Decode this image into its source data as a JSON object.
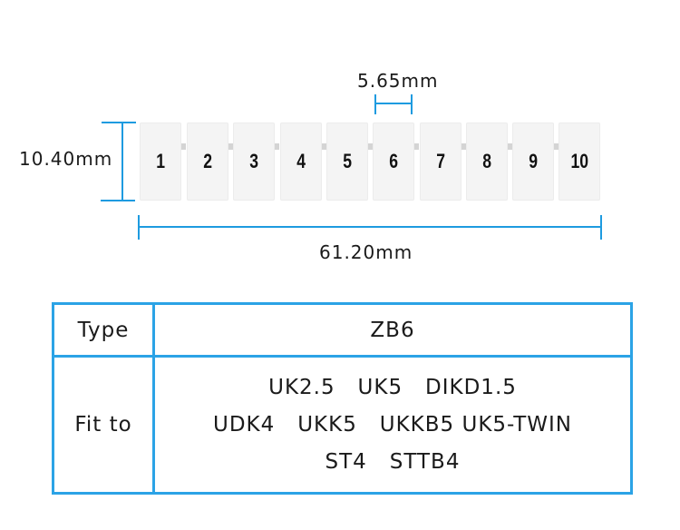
{
  "dimensions": {
    "height_label": "10.40mm",
    "pitch_label": "5.65mm",
    "length_label": "61.20mm",
    "accent_color": "#1e9be0"
  },
  "marker_strip": {
    "tiles": [
      "1",
      "2",
      "3",
      "4",
      "5",
      "6",
      "7",
      "8",
      "9",
      "10"
    ]
  },
  "spec_table": {
    "rows": [
      {
        "header": "Type",
        "value_lines": [
          "ZB6"
        ]
      },
      {
        "header": "Fit to",
        "value_lines": [
          "UK2.5   UK5   DIKD1.5",
          "UDK4   UKK5   UKKB5 UK5-TWIN",
          "ST4   STTB4"
        ]
      }
    ],
    "border_color": "#2ba3e6"
  }
}
